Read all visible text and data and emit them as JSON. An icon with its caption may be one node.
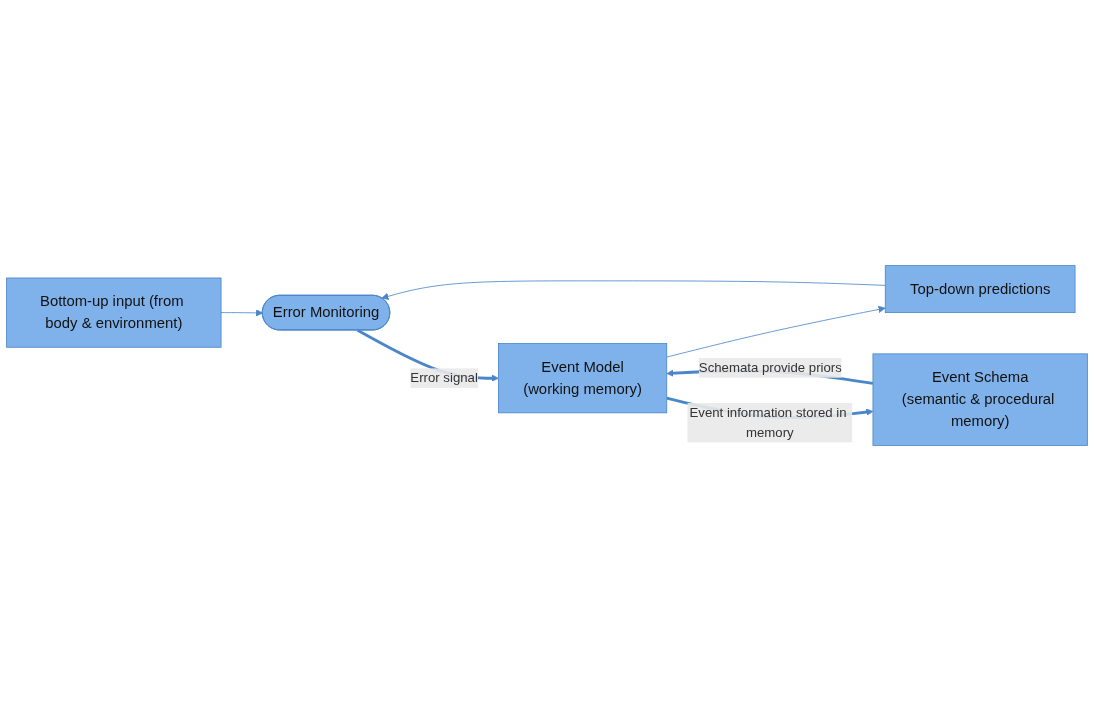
{
  "diagram": {
    "nodes": [
      {
        "text": [
          "Top-down predictions"
        ]
      },
      {
        "text": [
          "Error Monitoring"
        ]
      },
      {
        "text": [
          "Event Model",
          "(working memory)"
        ]
      },
      {
        "text": [
          "Event Schema",
          "(semantic & procedural memory)"
        ]
      },
      {
        "text": [
          "Bottom-up input (from body & environment)"
        ]
      }
    ],
    "edges": [
      {
        "from": 0,
        "to": 1,
        "arrow": "to"
      },
      {
        "from": 2,
        "to": 0,
        "arrow": "to"
      },
      {
        "from": 4,
        "to": 1,
        "arrow": "to"
      },
      {
        "from": 1,
        "to": 2,
        "arrow": "to",
        "label": "Error signal",
        "style": "thick"
      },
      {
        "from": 3,
        "to": 2,
        "arrow": "to",
        "label": "Schemata provide priors",
        "style": "thick"
      },
      {
        "from": 2,
        "to": 3,
        "arrow": "to",
        "label": "Event information stored in memory",
        "style": "thick"
      }
    ]
  }
}
